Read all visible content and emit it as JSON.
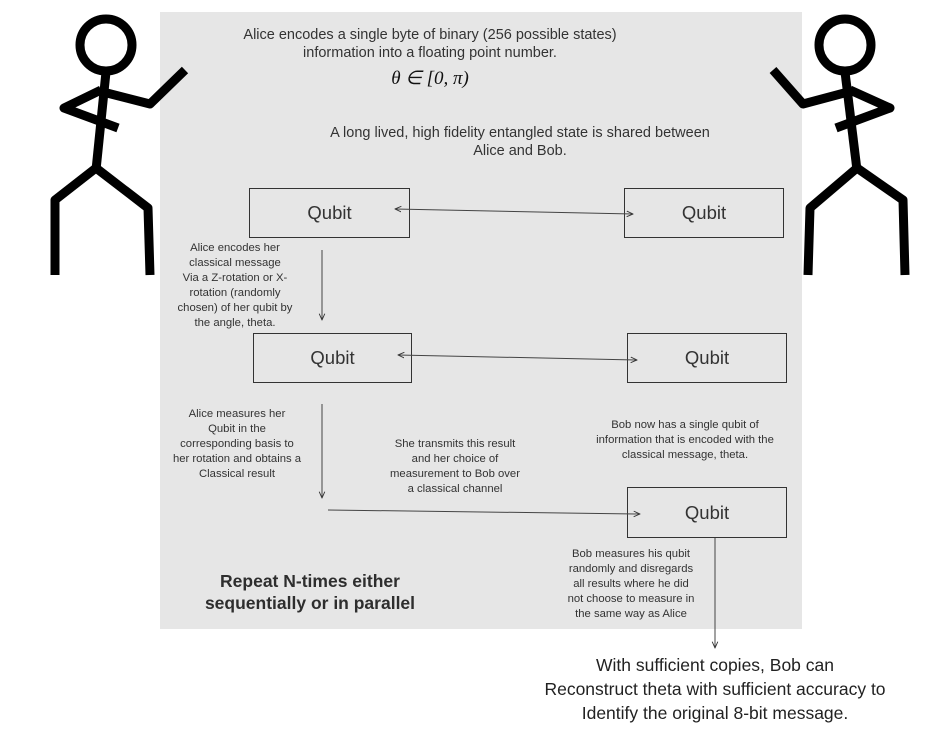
{
  "intro": {
    "encode_line1": "Alice encodes a single byte of binary (256 possible states)",
    "encode_line2": "information into a floating point number.",
    "theta_range": "θ ∈ [0, π)"
  },
  "entangled": {
    "line1": "A long lived, high fidelity entangled state is shared between",
    "line2": "Alice and Bob."
  },
  "qubit_label": "Qubit",
  "alice_encode_note": [
    "Alice encodes her",
    "classical message",
    "Via a Z-rotation or X-",
    "rotation (randomly",
    "chosen) of her qubit by",
    "the angle, theta."
  ],
  "alice_measure_note": [
    "Alice measures her",
    "Qubit in the",
    "corresponding basis to",
    "her rotation and obtains a",
    "Classical result"
  ],
  "transmit_note": [
    "She transmits this result",
    "and her choice of",
    "measurement to Bob over",
    "a classical channel"
  ],
  "bob_info_note": [
    "Bob now has a single qubit of",
    "information that is encoded with the",
    "classical message, theta."
  ],
  "bob_measure_note": [
    "Bob measures his qubit",
    "randomly and disregards",
    "all results where he did",
    "not choose to measure in",
    "the same way as Alice"
  ],
  "repeat_note": [
    "Repeat N-times either",
    "sequentially or in parallel"
  ],
  "conclusion": [
    "With sufficient copies, Bob can",
    "Reconstruct theta with sufficient accuracy to",
    "Identify the original 8-bit message."
  ]
}
